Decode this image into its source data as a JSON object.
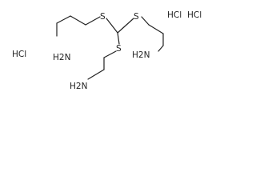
{
  "molecule": {
    "atoms": {
      "s_top_left": "S",
      "s_top_right": "S",
      "s_center": "S",
      "amine_left": "H2N",
      "amine_right": "H2N",
      "amine_bottom": "H2N"
    },
    "counterions": {
      "hcl_left": "HCl",
      "hcl_right_1": "HCl",
      "hcl_right_2": "HCl"
    }
  },
  "colors": {
    "ink": "#222222",
    "background": "#ffffff"
  }
}
